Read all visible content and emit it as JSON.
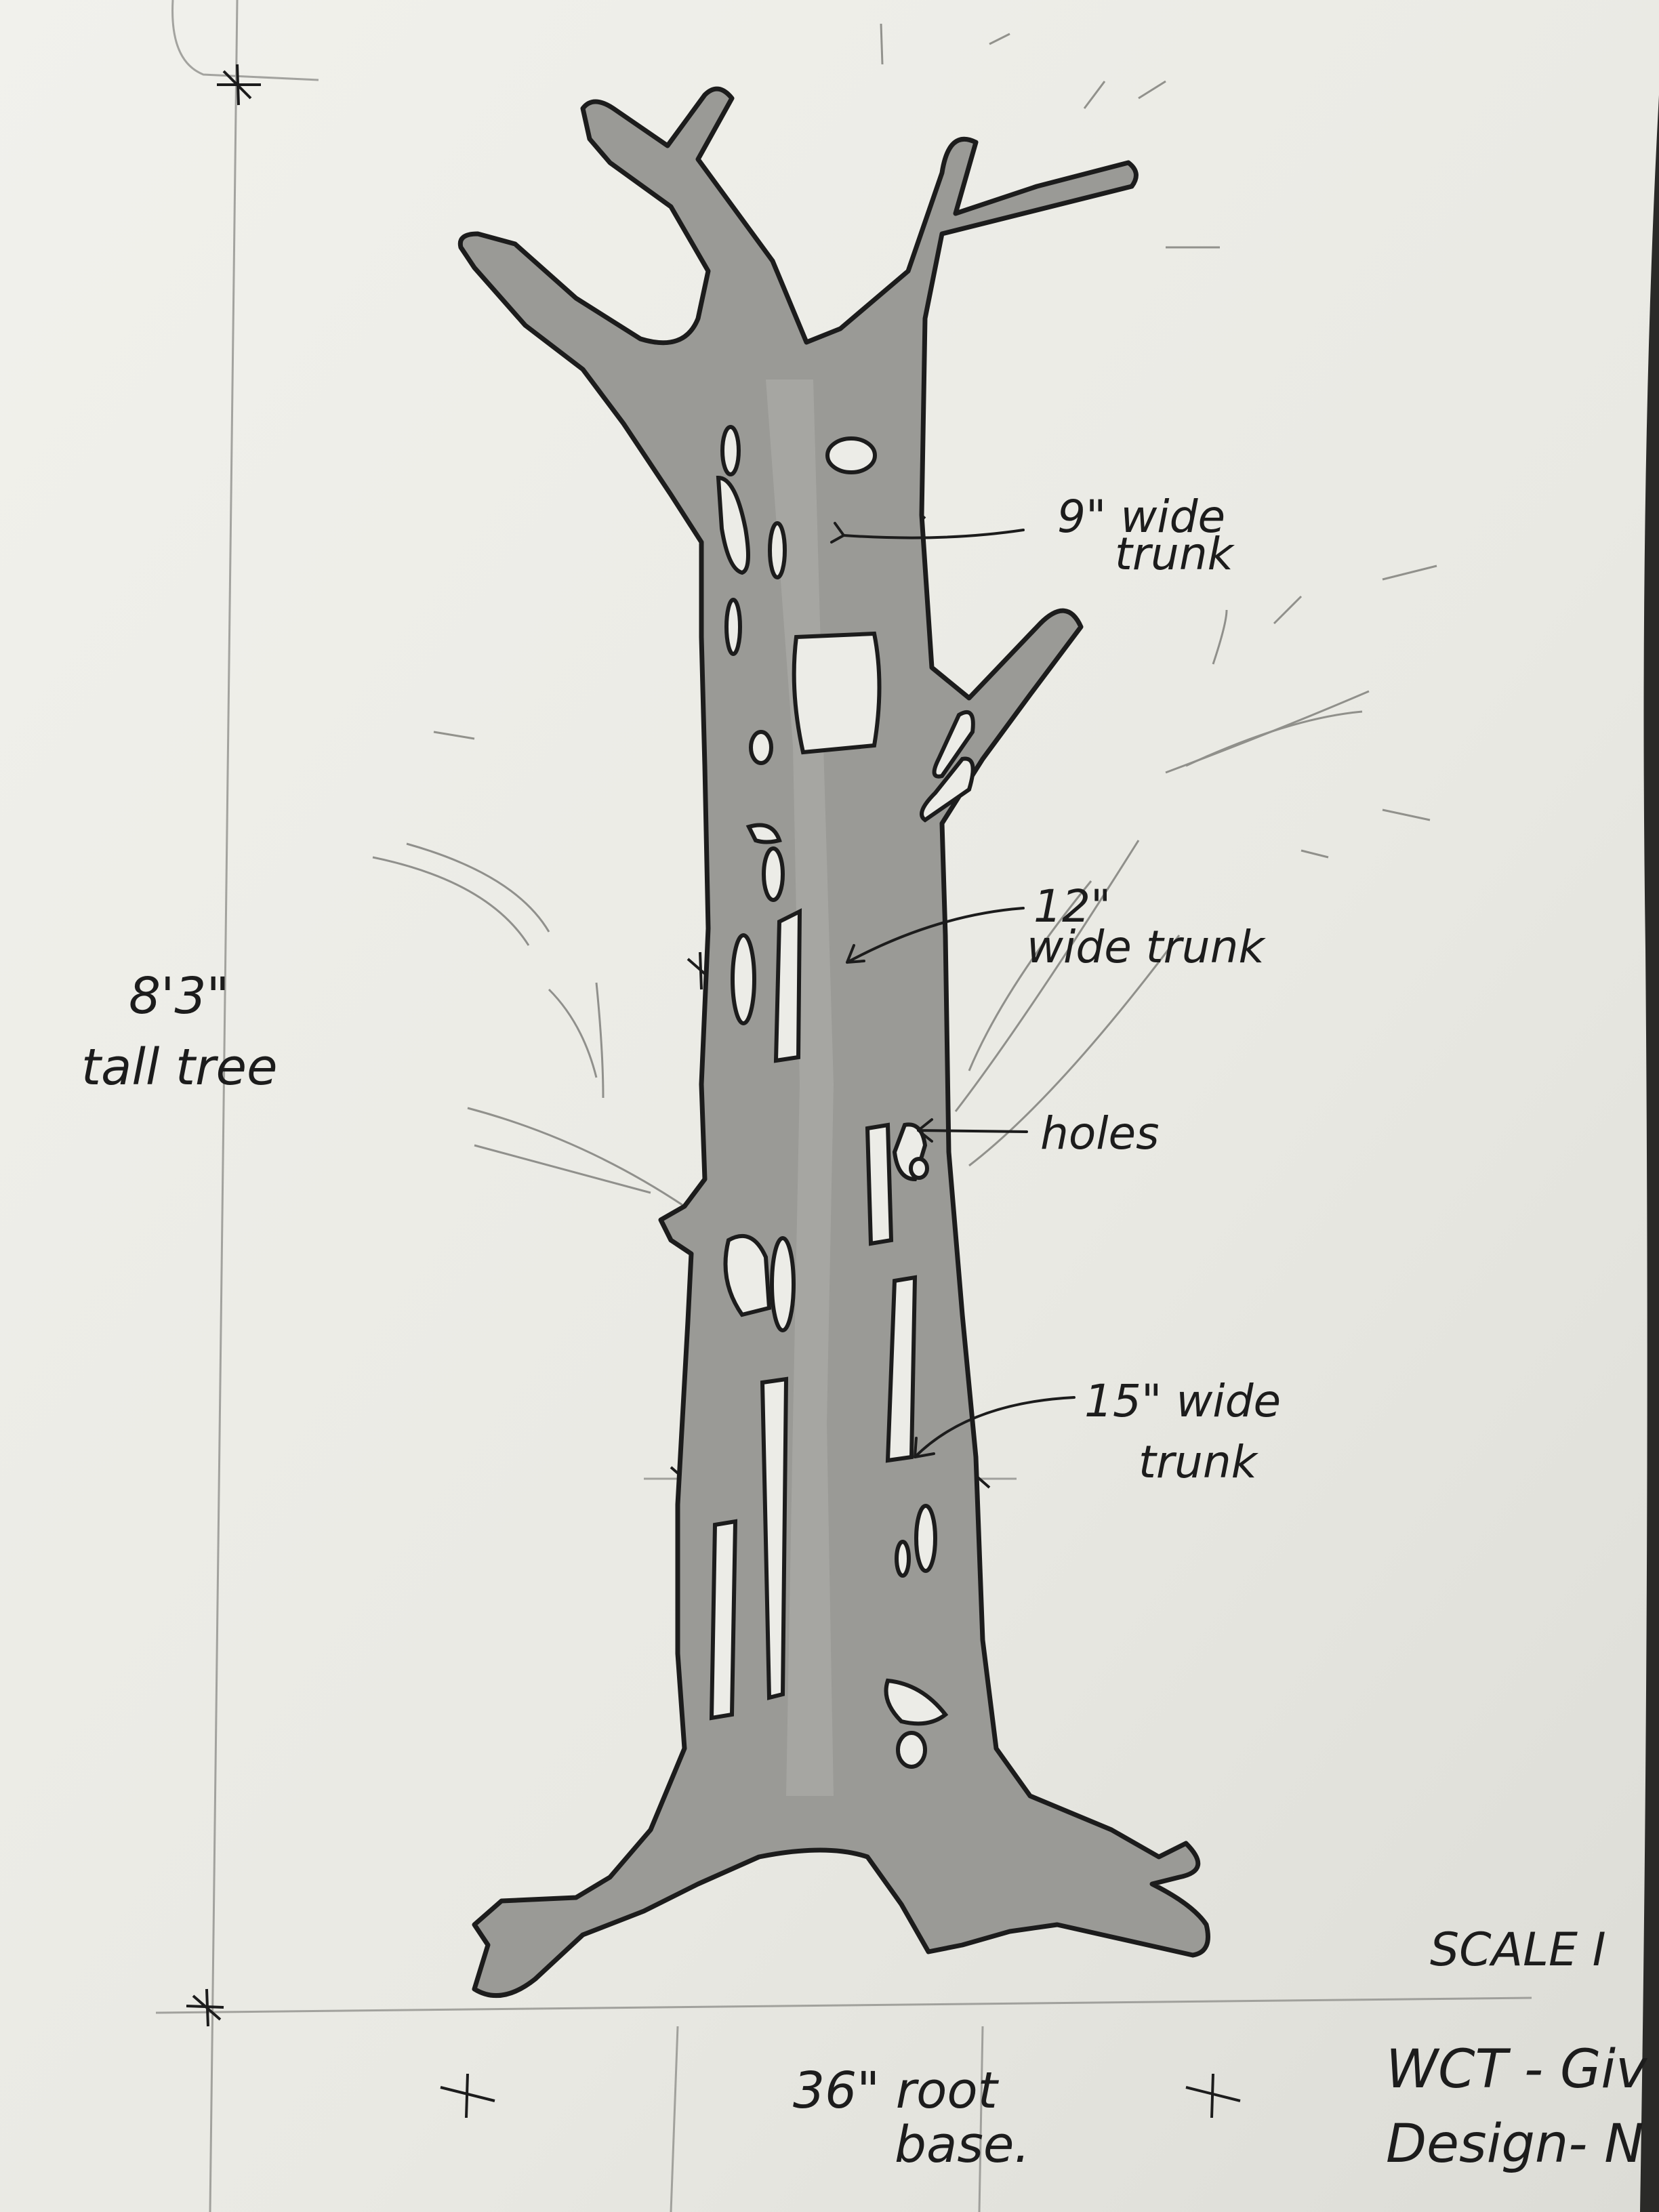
{
  "annotations": {
    "height": [
      "8'3\"",
      "tall tree"
    ],
    "trunk_top": [
      "9\" wide",
      "trunk"
    ],
    "trunk_mid": [
      "12\"",
      "wide trunk"
    ],
    "holes": "holes",
    "trunk_low": [
      "15\" wide",
      "trunk"
    ],
    "root_base": [
      "36\" root",
      "base."
    ]
  },
  "title_block": {
    "scale": "SCALE I",
    "line1": "WCT - Giv",
    "line2": "Design- N"
  },
  "colors": {
    "paper": "#ecece7",
    "tree_fill": "#9a9a96",
    "ink": "#1c1c1c",
    "pencil": "#8a8a86"
  }
}
